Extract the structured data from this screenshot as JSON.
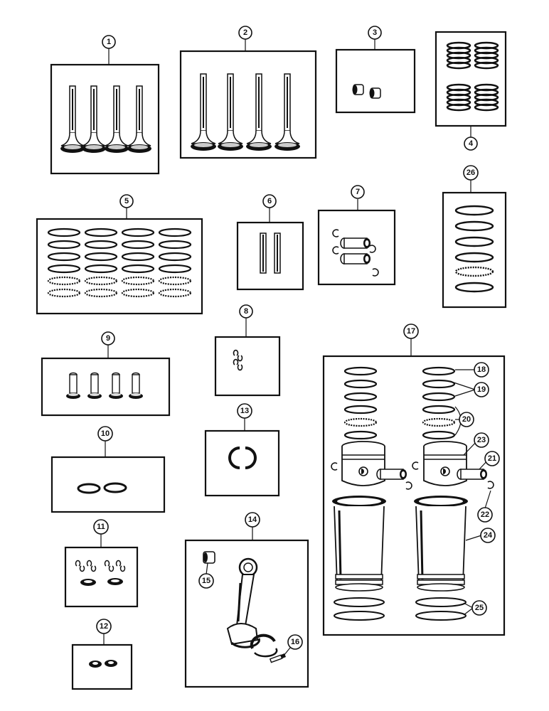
{
  "diagram": {
    "callouts": {
      "c1": "1",
      "c2": "2",
      "c3": "3",
      "c4": "4",
      "c5": "5",
      "c6": "6",
      "c7": "7",
      "c8": "8",
      "c9": "9",
      "c10": "10",
      "c11": "11",
      "c12": "12",
      "c13": "13",
      "c14": "14",
      "c15": "15",
      "c16": "16",
      "c17": "17",
      "c18": "18",
      "c19": "19",
      "c20": "20",
      "c21": "21",
      "c22": "22",
      "c23": "23",
      "c24": "24",
      "c25": "25",
      "c26": "26"
    },
    "colors": {
      "ink": "#111111",
      "background": "#ffffff"
    }
  }
}
